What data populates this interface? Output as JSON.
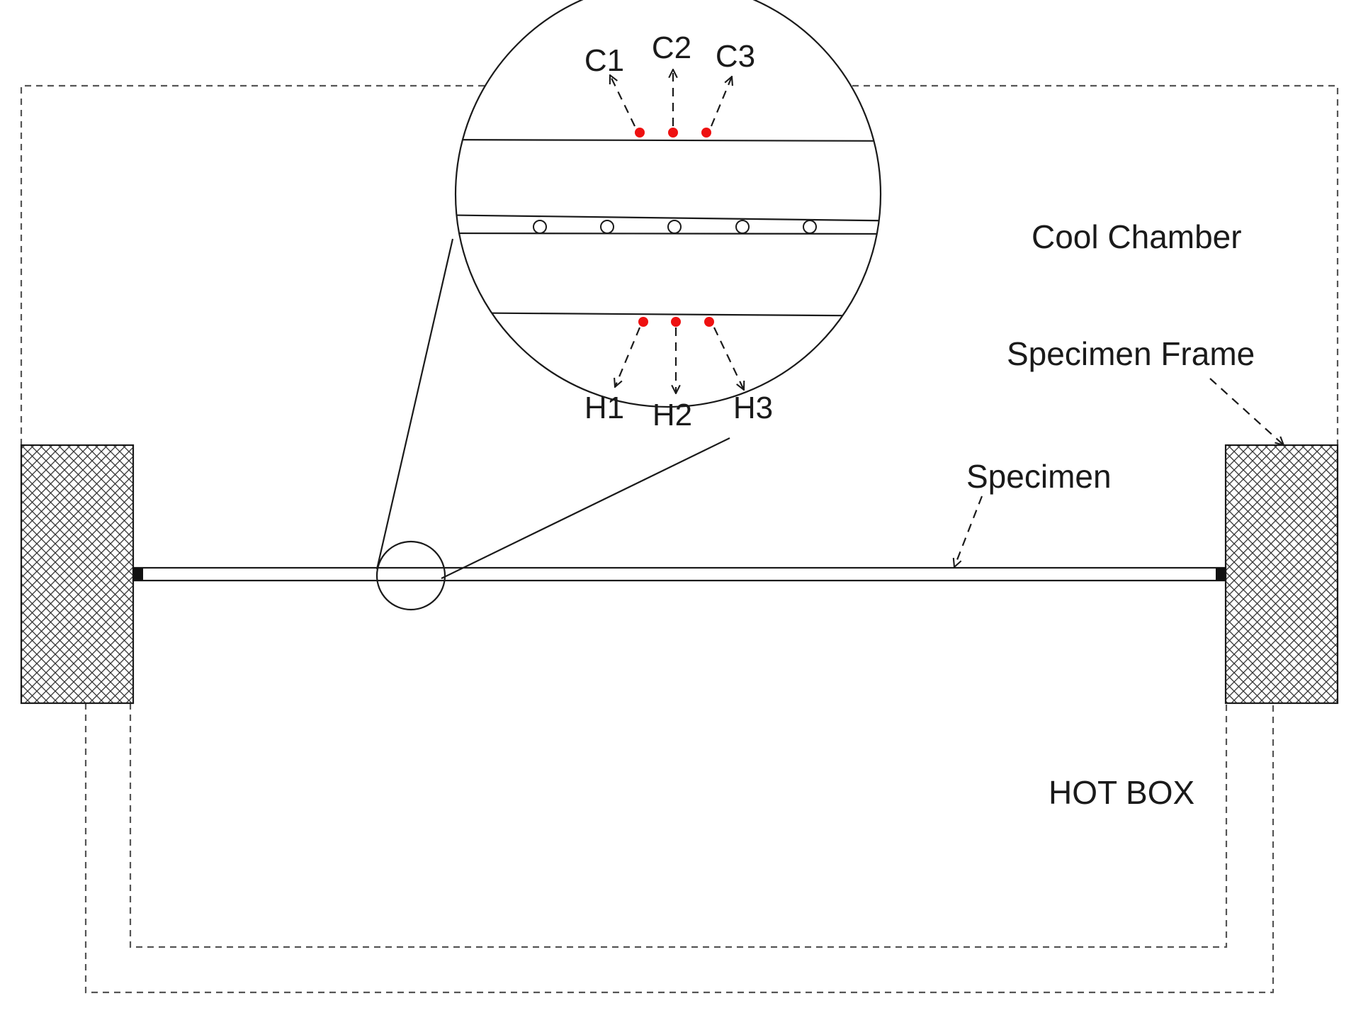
{
  "labels": {
    "cool_chamber": "Cool Chamber",
    "hot_box": "HOT BOX",
    "specimen_frame": "Specimen Frame",
    "specimen": "Specimen"
  },
  "sensors": {
    "cold": [
      "C1",
      "C2",
      "C3"
    ],
    "hot": [
      "H1",
      "H2",
      "H3"
    ]
  },
  "colors": {
    "line": "#1a1a1a",
    "dashed": "#555555",
    "sensor_dot": "#ee1111",
    "frame_hatch": "#333333"
  }
}
